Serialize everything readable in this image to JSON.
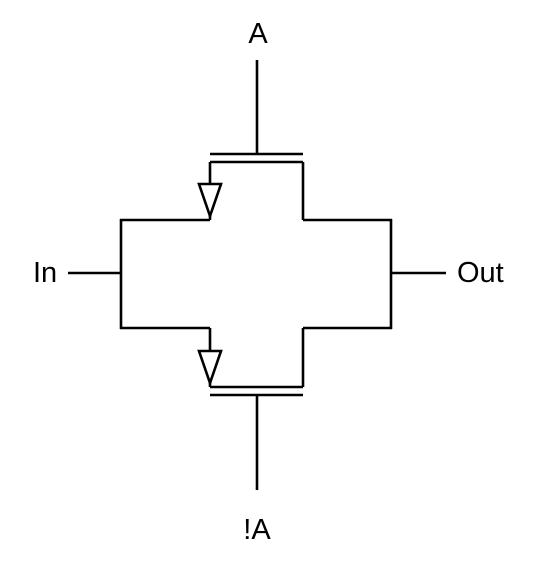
{
  "labels": {
    "gate_top": "A",
    "gate_bottom": "!A",
    "input": "In",
    "output": "Out"
  },
  "colors": {
    "line": "#000000",
    "background": "#ffffff"
  }
}
